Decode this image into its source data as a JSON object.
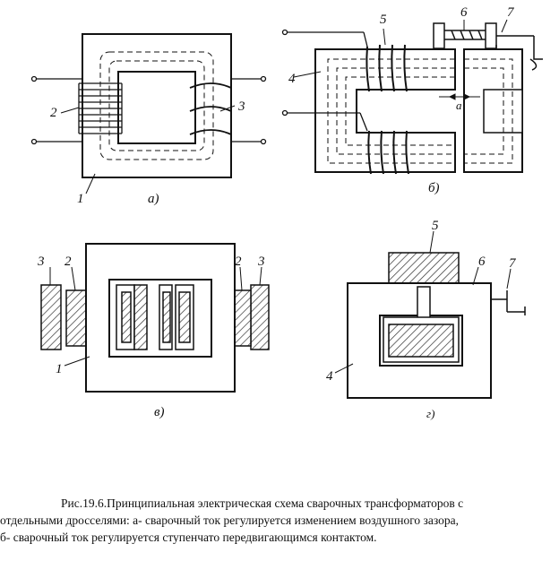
{
  "figure": {
    "diagram_a": {
      "label_winding_primary": "2",
      "label_winding_secondary": "3",
      "label_core": "1",
      "sublabel": "а)"
    },
    "diagram_b": {
      "label_coil": "5",
      "label_contact": "6",
      "label_screw": "7",
      "label_core": "4",
      "label_gap": "a",
      "sublabel": "б)"
    },
    "diagram_v": {
      "label_left_outer": "3",
      "label_left_inner": "2",
      "label_right_inner": "2",
      "label_right_outer": "3",
      "label_core": "1",
      "sublabel": "в)"
    },
    "diagram_g": {
      "label_coil": "5",
      "label_armature": "6",
      "label_screw": "7",
      "label_core": "4",
      "sublabel": "г)"
    }
  },
  "caption": {
    "line1": "Рис.19.6.Принципиальная электрическая схема сварочных трансформаторов с",
    "line2": "отдельными дросселями: а- сварочный ток регулируется изменением воздушного зазора,",
    "line3": "б- сварочный ток регулируется ступенчато передвигающимся контактом."
  }
}
